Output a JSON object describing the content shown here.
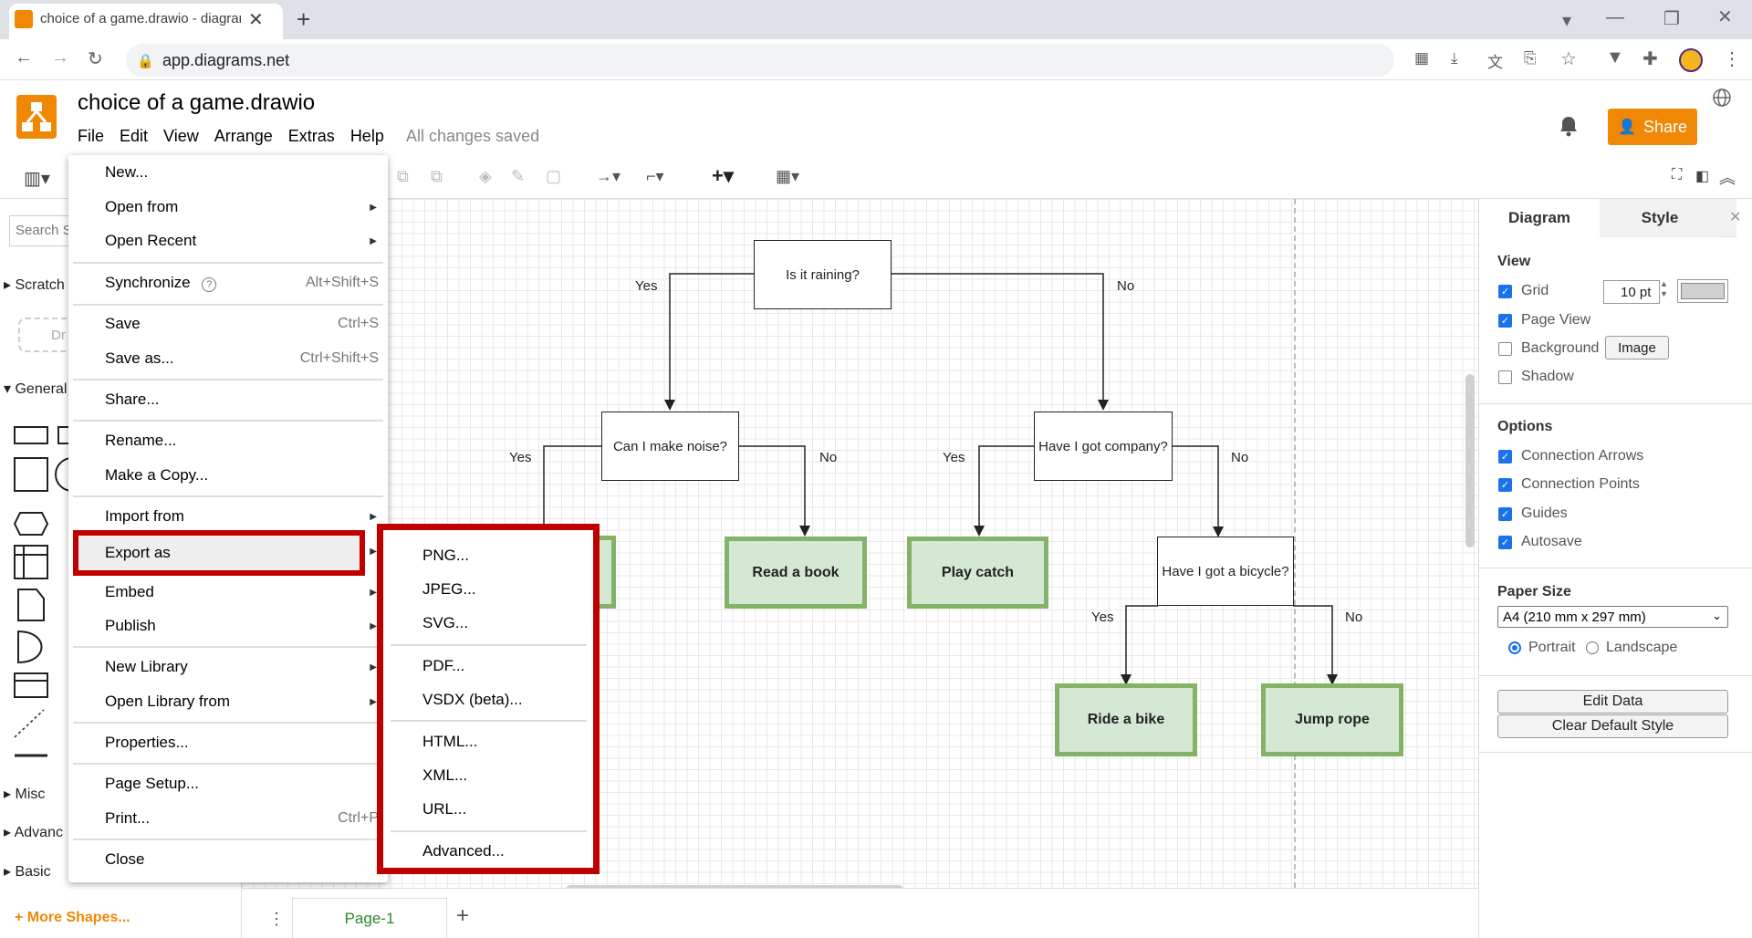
{
  "browser": {
    "tab_title": "choice of a game.drawio - diagrams.net",
    "url": "app.diagrams.net"
  },
  "app": {
    "doc_title": "choice of a game.drawio",
    "menu": [
      "File",
      "Edit",
      "View",
      "Arrange",
      "Extras",
      "Help"
    ],
    "save_status": "All changes saved",
    "share_label": "Share"
  },
  "left_panel": {
    "search_placeholder": "Search S",
    "scratchpad": "Scratch",
    "drag_hint": "Dr",
    "general": "General",
    "misc": "Misc",
    "advanced": "Advanc",
    "basic": "Basic",
    "more_shapes": "+ More Shapes..."
  },
  "file_menu": {
    "new": "New...",
    "open_from": "Open from",
    "open_recent": "Open Recent",
    "synchronize": "Synchronize",
    "synchronize_shortcut": "Alt+Shift+S",
    "save": "Save",
    "save_shortcut": "Ctrl+S",
    "save_as": "Save as...",
    "save_as_shortcut": "Ctrl+Shift+S",
    "share": "Share...",
    "rename": "Rename...",
    "make_copy": "Make a Copy...",
    "import_from": "Import from",
    "export_as": "Export as",
    "embed": "Embed",
    "publish": "Publish",
    "new_library": "New Library",
    "open_library_from": "Open Library from",
    "properties": "Properties...",
    "page_setup": "Page Setup...",
    "print": "Print...",
    "print_shortcut": "Ctrl+P",
    "close": "Close"
  },
  "export_submenu": {
    "png": "PNG...",
    "jpeg": "JPEG...",
    "svg": "SVG...",
    "pdf": "PDF...",
    "vsdx": "VSDX (beta)...",
    "html": "HTML...",
    "xml": "XML...",
    "url": "URL...",
    "advanced": "Advanced..."
  },
  "diagram": {
    "q1": "Is it raining?",
    "q2": "Can I make noise?",
    "q3": "Have I got company?",
    "q4": "Have I got a bicycle?",
    "leaf_read": "Read a book",
    "leaf_catch": "Play catch",
    "leaf_bike": "Ride a bike",
    "leaf_rope": "Jump rope",
    "yes": "Yes",
    "no": "No"
  },
  "page_tab": "Page-1",
  "right_panel": {
    "tab_diagram": "Diagram",
    "tab_style": "Style",
    "view": "View",
    "grid": "Grid",
    "grid_size": "10 pt",
    "page_view": "Page View",
    "background": "Background",
    "image_btn": "Image",
    "shadow": "Shadow",
    "options": "Options",
    "connection_arrows": "Connection Arrows",
    "connection_points": "Connection Points",
    "guides": "Guides",
    "autosave": "Autosave",
    "paper_size": "Paper Size",
    "paper_value": "A4 (210 mm x 297 mm)",
    "portrait": "Portrait",
    "landscape": "Landscape",
    "edit_data": "Edit Data",
    "clear_style": "Clear Default Style"
  }
}
